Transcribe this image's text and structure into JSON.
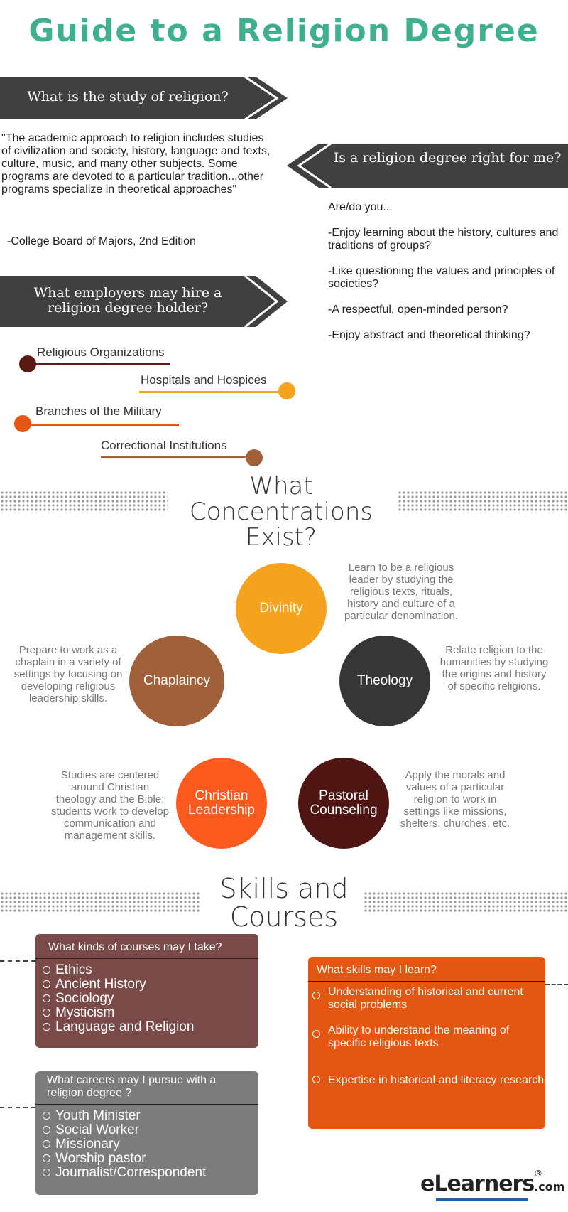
{
  "title": "Guide to a Religion Degree",
  "banners": {
    "study": "What is the study of religion?",
    "right_for_me": "Is a religion degree right for me?",
    "employers": "What employers may hire a religion degree holder?"
  },
  "quote": "\"The academic approach to religion includes studies of civilization and society, history, language and texts, culture, music, and many other subjects. Some programs are devoted to a particular tradition...other programs specialize in theoretical approaches\"",
  "citation": "-College Board of Majors, 2nd Edition",
  "questions": [
    "Are/do you...",
    "-Enjoy learning about the history, cultures and traditions of groups?",
    "-Like questioning the values and principles of societies?",
    "-A respectful, open-minded person?",
    "-Enjoy abstract and theoretical thinking?"
  ],
  "employers": [
    "Religious Organizations",
    "Hospitals and Hospices",
    "Branches of the Military",
    "Correctional Institutions"
  ],
  "concentrations_heading": "What Concentrations Exist?",
  "concentrations": [
    {
      "name": "Divinity",
      "description": "Learn to be a religious leader by studying the religious texts, rituals, history and culture of a particular denomination.",
      "color": "#f5a21e"
    },
    {
      "name": "Chaplaincy",
      "description": "Prepare to work as a chaplain in a variety of settings by focusing on developing religious leadership skills.",
      "color": "#a0603a"
    },
    {
      "name": "Theology",
      "description": "Relate religion to the humanities by studying the origins and history of specific religions.",
      "color": "#363636"
    },
    {
      "name": "Christian Leadership",
      "description": "Studies are centered around Christian theology and the Bible; students work to develop communication and management skills.",
      "color": "#fb5a1e"
    },
    {
      "name": "Pastoral Counseling",
      "description": "Apply the morals and values of a particular religion to work in settings like missions, shelters, churches, etc.",
      "color": "#4e1512"
    }
  ],
  "skills_heading": "Skills and Courses",
  "courses_panel": {
    "title": "What kinds of courses may I take?",
    "items": [
      "Ethics",
      "Ancient History",
      "Sociology",
      "Mysticism",
      "Language and Religion"
    ]
  },
  "skills_panel": {
    "title": "What skills may I learn?",
    "items": [
      "Understanding of historical and current social problems",
      "Ability to understand the meaning of specific religious texts",
      "Expertise in historical and literacy research"
    ]
  },
  "careers_panel": {
    "title": "What careers may I pursue with a religion degree ?",
    "items": [
      "Youth Minister",
      "Social Worker",
      "Missionary",
      "Worship pastor",
      "Journalist/Correspondent"
    ]
  },
  "logo": {
    "main": "eLearners",
    "reg": "®",
    "suffix": ".com"
  },
  "colors": {
    "title": "#3fb08f",
    "banner": "#404040",
    "courses_panel": "#7a4a48",
    "skills_panel": "#e45712",
    "careers_panel": "#7c7c7c"
  }
}
